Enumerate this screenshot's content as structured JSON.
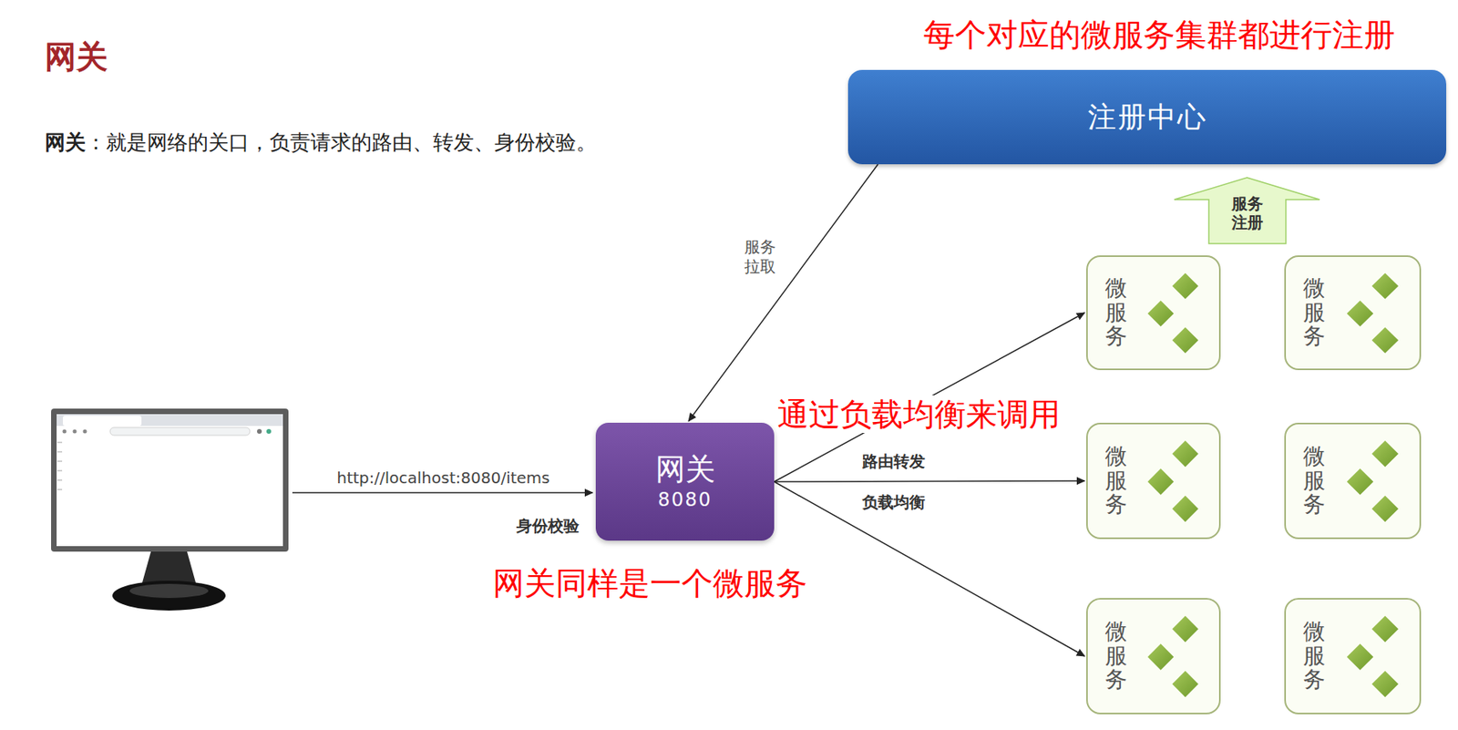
{
  "diagram": {
    "title": "网关",
    "nodes": [
      {
        "text": [
          "注册中心"
        ]
      },
      {
        "text": [
          "服务 注册"
        ]
      },
      {
        "text": [
          "网关",
          "8080"
        ]
      },
      {
        "text": [
          "微服务"
        ]
      },
      {
        "text": [
          "微服务"
        ]
      },
      {
        "text": [
          "微服务"
        ]
      },
      {
        "text": [
          "微服务"
        ]
      },
      {
        "text": [
          "微服务"
        ]
      },
      {
        "text": [
          "微服务"
        ]
      }
    ],
    "edges": [
      {
        "from": 0,
        "to": 2,
        "arrow": "to",
        "label": "服务 拉取"
      },
      {
        "from": 2,
        "to": 3,
        "arrow": "to"
      },
      {
        "from": 2,
        "to": 5,
        "arrow": "to"
      },
      {
        "from": 2,
        "to": 7,
        "arrow": "to"
      }
    ],
    "labels": [
      "网关",
      "：就是网络的关口，负责请求的路由、转发、身份校验。",
      "每个对应的微服务集群都进行注册",
      "通过负载均衡来调用",
      "http://localhost:8080/items",
      "身份校验",
      "路由转发",
      "负载均衡",
      "网关同样是一个微服务"
    ]
  }
}
